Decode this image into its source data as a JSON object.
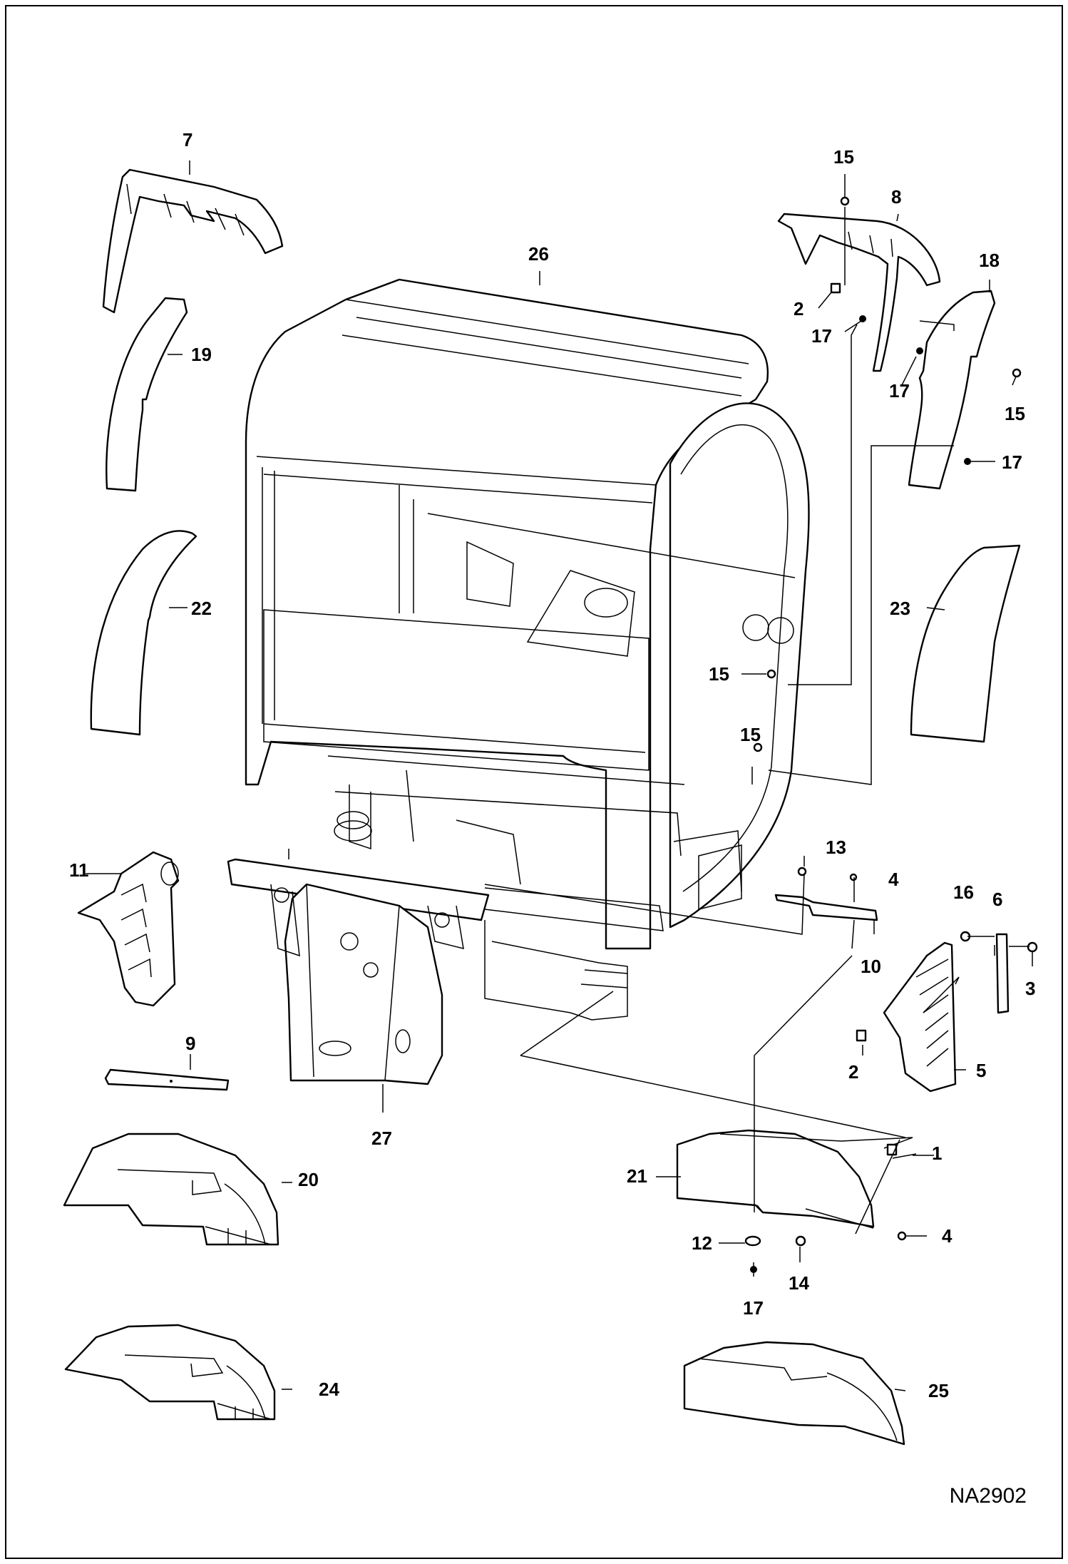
{
  "drawing": {
    "id": "NA2902",
    "callouts": {
      "c7": "7",
      "c26": "26",
      "c19": "19",
      "c22": "22",
      "c11": "11",
      "c9": "9",
      "c20": "20",
      "c24": "24",
      "c27": "27",
      "c15a": "15",
      "c8": "8",
      "c18": "18",
      "c2a": "2",
      "c17a": "17",
      "c17b": "17",
      "c15b": "15",
      "c17c": "17",
      "c23": "23",
      "c15c": "15",
      "c15d": "15",
      "c13": "13",
      "c4a": "4",
      "c16": "16",
      "c6": "6",
      "c3": "3",
      "c10": "10",
      "c2b": "2",
      "c5": "5",
      "c1": "1",
      "c21": "21",
      "c4b": "4",
      "c12": "12",
      "c14": "14",
      "c17d": "17",
      "c25": "25"
    }
  }
}
